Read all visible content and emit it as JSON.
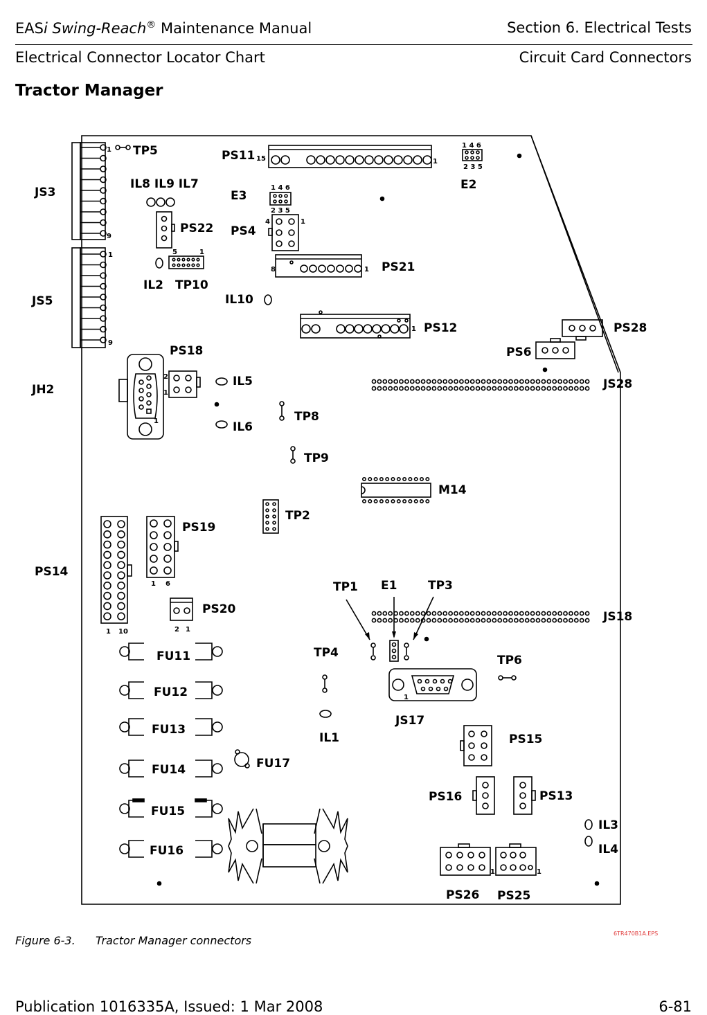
{
  "header": {
    "brand_prefix": "EAS",
    "brand_italic_i": "i",
    "brand_italic_name": "Swing-Reach",
    "brand_reg": "®",
    "brand_suffix": " Maintenance Manual",
    "section": "Section 6.  Electrical Tests",
    "subheader_left": "Electrical Connector Locator Chart",
    "subheader_right": "Circuit Card Connectors"
  },
  "page_title": "Tractor Manager",
  "diagram": {
    "labels": {
      "TP5": "TP5",
      "PS11": "PS11",
      "E2": "E2",
      "JS3": "JS3",
      "IL8_IL9_IL7": "IL8 IL9 IL7",
      "E3": "E3",
      "PS22": "PS22",
      "PS4": "PS4",
      "PS21": "PS21",
      "IL2": "IL2",
      "TP10": "TP10",
      "JS5": "JS5",
      "IL10": "IL10",
      "PS12": "PS12",
      "PS28": "PS28",
      "PS6": "PS6",
      "PS18": "PS18",
      "IL5": "IL5",
      "JH2": "JH2",
      "JS28": "JS28",
      "TP8": "TP8",
      "IL6": "IL6",
      "TP9": "TP9",
      "M14": "M14",
      "TP2": "TP2",
      "PS19": "PS19",
      "PS14": "PS14",
      "TP1": "TP1",
      "E1": "E1",
      "TP3": "TP3",
      "PS20": "PS20",
      "JS18": "JS18",
      "TP4": "TP4",
      "FU11": "FU11",
      "TP6": "TP6",
      "FU12": "FU12",
      "JS17": "JS17",
      "FU13": "FU13",
      "IL1": "IL1",
      "PS15": "PS15",
      "FU17": "FU17",
      "FU14": "FU14",
      "PS16": "PS16",
      "PS13": "PS13",
      "FU15": "FU15",
      "IL3": "IL3",
      "IL4": "IL4",
      "FU16": "FU16",
      "PS26": "PS26",
      "PS25": "PS25"
    },
    "pins": {
      "tp5_1": "1",
      "js3_9": "9",
      "js5_1": "1",
      "js5_9": "9",
      "ps11_15": "15",
      "ps11_1": "1",
      "e2_top": "1 4 6",
      "e2_bot": "2 3 5",
      "e3_top": "1 4 6",
      "e3_bot": "2 3 5",
      "ps4_4": "4",
      "ps4_1": "1",
      "ps22_5": "5",
      "ps22_1": "1",
      "ps21_8": "8",
      "ps21_1": "1",
      "ps12_1": "1",
      "ps18_2": "2",
      "ps18_1": "1",
      "jh2_1": "1",
      "ps19_1": "1",
      "ps19_6": "6",
      "ps14_1": "1",
      "ps14_10": "10",
      "ps20_2": "2",
      "ps20_1": "1",
      "js17_1": "1",
      "ps26_1": "1",
      "ps25_1": "1"
    }
  },
  "caption": {
    "figure": "Figure 6-3.",
    "text": "Tractor Manager connectors",
    "file_stamp": "6TR470B1A.EPS"
  },
  "footer": {
    "publication": "Publication 1016335A, Issued:  1 Mar 2008",
    "page": "6-81"
  }
}
